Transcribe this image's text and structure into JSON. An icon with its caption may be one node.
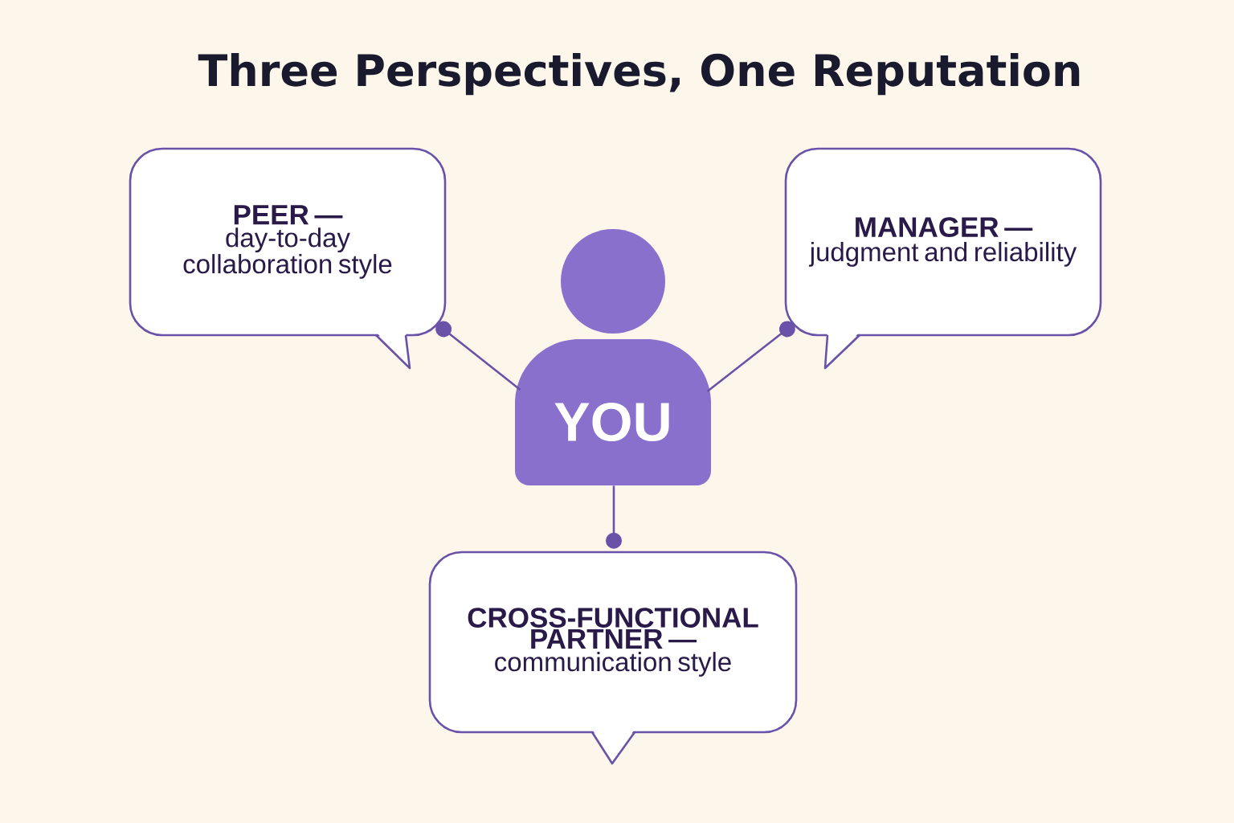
{
  "diagram": {
    "title": "Three Perspectives, One Reputation",
    "nodes": [
      {
        "text": [
          "PEER —",
          "day-to-day collaboration style"
        ]
      },
      {
        "text": [
          "MANAGER —",
          "judgment and reliability"
        ]
      },
      {
        "text": [
          "YOU"
        ]
      },
      {
        "text": [
          "CROSS-FUNCTIONAL PARTNER —",
          "communication style"
        ]
      }
    ],
    "edges": [
      {
        "from": 2,
        "to": 0,
        "arrow": "other"
      },
      {
        "from": 2,
        "to": 1,
        "arrow": "other"
      },
      {
        "from": 2,
        "to": 3,
        "arrow": "other"
      }
    ]
  }
}
